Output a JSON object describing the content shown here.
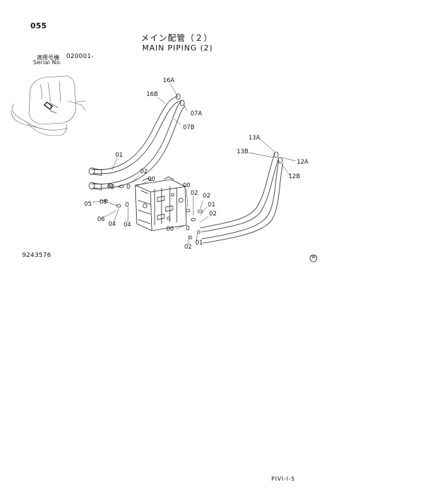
{
  "page": {
    "number": "055",
    "title_jp": "メイン配管（２）",
    "title_en": "MAIN PIPING (2)",
    "serial_label_jp": "適用号機",
    "serial_value": "020001-",
    "serial_label_en": "Serial No.",
    "figure_number": "9243576",
    "footer": "PIVI-I-5",
    "mark": "W"
  },
  "callouts": [
    {
      "id": "c16A",
      "text": "16A"
    },
    {
      "id": "c16B",
      "text": "16B"
    },
    {
      "id": "c07A",
      "text": "07A"
    },
    {
      "id": "c07B",
      "text": "07B"
    },
    {
      "id": "c01a",
      "text": "01"
    },
    {
      "id": "c02a",
      "text": "02"
    },
    {
      "id": "c02b",
      "text": "02"
    },
    {
      "id": "c00a",
      "text": "00"
    },
    {
      "id": "c05",
      "text": "05"
    },
    {
      "id": "c08",
      "text": "08"
    },
    {
      "id": "c06",
      "text": "06"
    },
    {
      "id": "c04a",
      "text": "04"
    },
    {
      "id": "c04b",
      "text": "04"
    },
    {
      "id": "c13A",
      "text": "13A"
    },
    {
      "id": "c13B",
      "text": "13B"
    },
    {
      "id": "c12A",
      "text": "12A"
    },
    {
      "id": "c12B",
      "text": "12B"
    },
    {
      "id": "c00b",
      "text": "00"
    },
    {
      "id": "c02c",
      "text": "02"
    },
    {
      "id": "c02d",
      "text": "02"
    },
    {
      "id": "c01b",
      "text": "01"
    },
    {
      "id": "c02e",
      "text": "02"
    },
    {
      "id": "c00c",
      "text": "00"
    },
    {
      "id": "c02f",
      "text": "02"
    },
    {
      "id": "c01c",
      "text": "01"
    }
  ]
}
